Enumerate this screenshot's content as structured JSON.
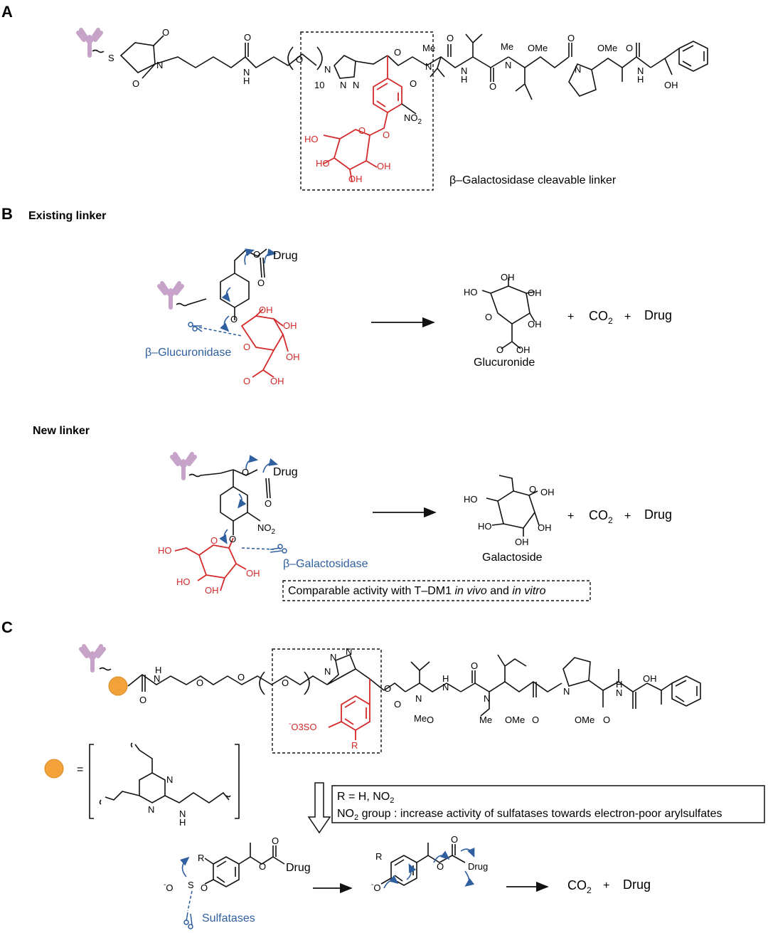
{
  "panels": {
    "a": "A",
    "b": "B",
    "c": "C"
  },
  "colors": {
    "bond": "#111111",
    "highlight_red": "#d42a2a",
    "enzyme_blue": "#2f5f9e",
    "antibody_purple": "#c7a3c9",
    "bead_orange": "#f3a23a"
  },
  "icons": [
    "antibody-icon",
    "scissors-icon",
    "conjugation-bead-icon",
    "reaction-arrow-icon",
    "hollow-down-arrow-icon"
  ],
  "panel_a": {
    "caption": "β–Galactosidase cleavable linker",
    "atoms": {
      "S": "S",
      "O": "O",
      "N": "N",
      "NH": "N",
      "H": "H",
      "Me": "Me",
      "OMe": "OMe",
      "OH": "OH",
      "HO": "HO",
      "NO2": "NO",
      "two": "2",
      "ten": "10"
    }
  },
  "panel_b": {
    "existing_title": "Existing linker",
    "new_title": "New linker",
    "drug": "Drug",
    "glucuronidase": "β–Glucuronidase",
    "galactosidase": "β–Galactosidase",
    "glucuronide": "Glucuronide",
    "galactoside": "Galactoside",
    "plus": "+",
    "co": "CO",
    "two": "2",
    "drug_product": "Drug",
    "note_prefix": "Comparable activity with T–DM1 ",
    "note_vivo": "in vivo",
    "note_and": " and ",
    "note_vitro": "in vitro",
    "atoms": {
      "O": "O",
      "OH": "OH",
      "HO": "HO",
      "NO": "NO"
    }
  },
  "panel_c": {
    "equals": "=",
    "r_def_prefix": "R = H, NO",
    "r_def_sub": "2",
    "nitro_note_prefix": "NO",
    "nitro_note_sub": "2",
    "nitro_note_rest": " group : increase activity of sulfatases towards electron-poor arylsulfates",
    "sulfatases": "Sulfatases",
    "drug": "Drug",
    "co": "CO",
    "two": "2",
    "plus": "+",
    "atoms": {
      "R": "R",
      "O": "O",
      "N": "N",
      "H": "H",
      "Me": "Me",
      "OMe": "OMe",
      "OH": "OH",
      "O3SO": "O3SO",
      "minus": "-",
      "S": "S"
    }
  }
}
